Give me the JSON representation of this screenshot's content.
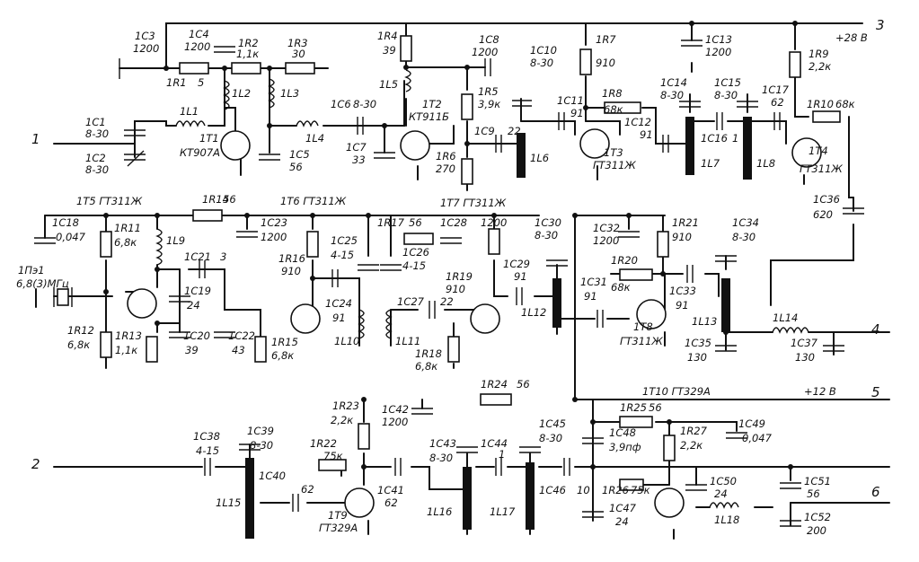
{
  "rails": {
    "p28": "+28 В",
    "p12": "+12 В"
  },
  "ports": {
    "p1": "1",
    "p2": "2",
    "p3": "3",
    "p4": "4",
    "p5": "5",
    "p6": "6"
  },
  "parts": {
    "C1": "1C1",
    "C1v": "8-30",
    "C2": "1C2",
    "C2v": "8-30",
    "C3": "1C3",
    "C3v": "1200",
    "C4": "1C4",
    "C4v": "1200",
    "R1": "1R1",
    "R1v": "5",
    "R2": "1R2",
    "R2v": "1,1к",
    "R3": "1R3",
    "R3v": "30",
    "R4": "1R4",
    "R4v": "39",
    "L1": "1L1",
    "L2": "1L2",
    "L3": "1L3",
    "L4": "1L4",
    "L5": "1L5",
    "T1": "1T1",
    "T1t": "КТ907А",
    "C5": "1C5",
    "C5v": "56",
    "C6": "1C6",
    "C6v": "8-30",
    "C7": "1C7",
    "C7v": "33",
    "T2": "1T2",
    "T2t": "КТ911Б",
    "R5": "1R5",
    "R5v": "3,9к",
    "R6": "1R6",
    "R6v": "270",
    "C8": "1C8",
    "C8v": "1200",
    "C9": "1C9",
    "C9v": "22",
    "C10": "1C10",
    "C10v": "8-30",
    "L6": "1L6",
    "C11": "1C11",
    "C11v": "91",
    "R7": "1R7",
    "R7v": "910",
    "R8": "1R8",
    "R8v": "68к",
    "C12": "1C12",
    "C12v": "91",
    "T3": "1T3",
    "T3t": "ГТ311Ж",
    "C13": "1C13",
    "C13v": "1200",
    "C14": "1C14",
    "C14v": "8-30",
    "C15": "1C15",
    "C15v": "8-30",
    "C16": "1C16",
    "C16v": "1",
    "L7": "1L7",
    "L8": "1L8",
    "C17": "1C17",
    "C17v": "62",
    "R9": "1R9",
    "R9v": "2,2к",
    "R10": "1R10",
    "R10v": "68к",
    "T4": "1T4",
    "T4t": "ГТ311Ж",
    "C36": "1C36",
    "C36v": "620",
    "T5": "1T5 ГТ311Ж",
    "R14": "1R14",
    "R14v": "56",
    "T6": "1T6 ГТ311Ж",
    "C18": "1C18",
    "C18v": "0,047",
    "R11": "1R11",
    "R11v": "6,8к",
    "L9": "1L9",
    "PE1": "1Пэ1",
    "PE1f": "6,8(3)МГц",
    "C21": "1C21",
    "C21v": "3",
    "C19": "1C19",
    "C19v": "24",
    "R12": "1R12",
    "R12v": "6,8к",
    "R13": "1R13",
    "R13v": "1,1к",
    "C20": "1C20",
    "C20v": "39",
    "C22": "1C22",
    "C22v": "43",
    "C23": "1C23",
    "C23v": "1200",
    "R16": "1R16",
    "R16v": "910",
    "C24": "1C24",
    "C24v": "91",
    "R15": "1R15",
    "R15v": "6,8к",
    "C25": "1C25",
    "C25v": "4-15",
    "C26": "1C26",
    "C26v": "4-15",
    "L10": "1L10",
    "L11": "1L11",
    "T7": "1T7 ГТ311Ж",
    "R17": "1R17",
    "R17v": "56",
    "C28": "1C28",
    "C28v": "1200",
    "C27": "1C27",
    "C27v": "22",
    "R19": "1R19",
    "R19v": "910",
    "R18": "1R18",
    "R18v": "6,8к",
    "C29": "1C29",
    "C29v": "91",
    "C30": "1C30",
    "C30v": "8-30",
    "L12": "1L12",
    "C32": "1C32",
    "C32v": "1200",
    "R21": "1R21",
    "R21v": "910",
    "C31": "1C31",
    "C31v": "91",
    "R20": "1R20",
    "R20v": "68к",
    "C33": "1C33",
    "C33v": "91",
    "T8": "1T8",
    "T8t": "ГТ311Ж",
    "C34": "1C34",
    "C34v": "8-30",
    "L13": "1L13",
    "L14": "1L14",
    "C35": "1C35",
    "C35v": "130",
    "C37": "1C37",
    "C37v": "130",
    "R24": "1R24",
    "R24v": "56",
    "T10": "1T10 ГТ329А",
    "R23": "1R23",
    "R23v": "2,2к",
    "C42": "1C42",
    "C42v": "1200",
    "R22": "1R22",
    "R22v": "75к",
    "C38": "1C38",
    "C38v": "4-15",
    "C39": "1C39",
    "C39v": "8-30",
    "C40": "1C40",
    "C40v": "62",
    "L15": "1L15",
    "T9": "1T9",
    "T9t": "ГТ329А",
    "C41": "1C41",
    "C41v": "62",
    "C43": "1C43",
    "C43v": "8-30",
    "C44": "1C44",
    "C44v": "1",
    "C45": "1C45",
    "C45v": "8-30",
    "L16": "1L16",
    "L17": "1L17",
    "C46": "1C46",
    "C46v": "10",
    "R25": "1R25",
    "R25v": "56",
    "C49": "1C49",
    "C49v": "0,047",
    "C48": "1C48",
    "C48v": "3,9пф",
    "R27": "1R27",
    "R27v": "2,2к",
    "R26": "1R26",
    "R26v": "75к",
    "C47": "1C47",
    "C47v": "24",
    "C50": "1C50",
    "C50v": "24",
    "L18": "1L18",
    "C51": "1C51",
    "C51v": "56",
    "C52": "1C52",
    "C52v": "200"
  }
}
